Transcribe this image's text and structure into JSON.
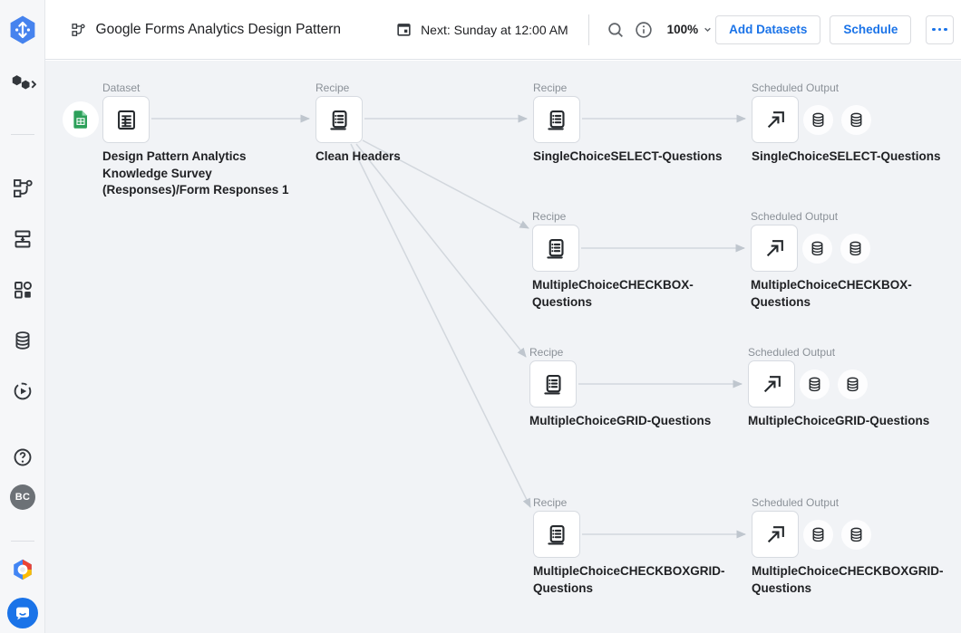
{
  "header": {
    "title": "Google Forms Analytics Design Pattern",
    "next_run": "Next: Sunday at 12:00 AM",
    "zoom_level": "100%",
    "buttons": {
      "add_datasets": "Add Datasets",
      "schedule": "Schedule"
    }
  },
  "sidebar": {
    "avatar_initials": "BC"
  },
  "canvas": {
    "nodes": {
      "dataset": {
        "type": "Dataset",
        "name": "Design Pattern Analytics Knowledge Survey (Responses)/Form Responses 1"
      },
      "clean_headers": {
        "type": "Recipe",
        "name": "Clean Headers"
      },
      "recipe_select": {
        "type": "Recipe",
        "name": "SingleChoiceSELECT-Questions"
      },
      "output_select": {
        "type": "Scheduled Output",
        "name": "SingleChoiceSELECT-Questions"
      },
      "recipe_checkbox": {
        "type": "Recipe",
        "name": "MultipleChoiceCHECKBOX-Questions"
      },
      "output_checkbox": {
        "type": "Scheduled Output",
        "name": "MultipleChoiceCHECKBOX-Questions"
      },
      "recipe_grid": {
        "type": "Recipe",
        "name": "MultipleChoiceGRID-Questions"
      },
      "output_grid": {
        "type": "Scheduled Output",
        "name": "MultipleChoiceGRID-Questions"
      },
      "recipe_checkboxgrid": {
        "type": "Recipe",
        "name": "MultipleChoiceCHECKBOXGRID-Questions"
      },
      "output_checkboxgrid": {
        "type": "Scheduled Output",
        "name": "MultipleChoiceCHECKBOXGRID-Questions"
      }
    }
  },
  "icons": {
    "flow": "flow-graph",
    "calendar": "calendar",
    "search": "magnifier",
    "info": "circled-i",
    "zoom_caret": "chevron-down",
    "more": "ellipsis-dots",
    "recipe": "recipe-scroll",
    "scheduled_output": "export-arrow",
    "output_destination": "database-cylinder",
    "dataset_source": "google-sheets",
    "dataset": "table-document"
  },
  "colors": {
    "accent_blue": "#1a73e8",
    "canvas_bg": "#f1f3f6",
    "node_border": "#d7dbe1",
    "edge_line": "#d2d7dd",
    "edge_arrow": "#bfc6ce",
    "sheets_green": "#2da05a",
    "type_label_gray": "#8b9198",
    "text_dark": "#202124"
  }
}
